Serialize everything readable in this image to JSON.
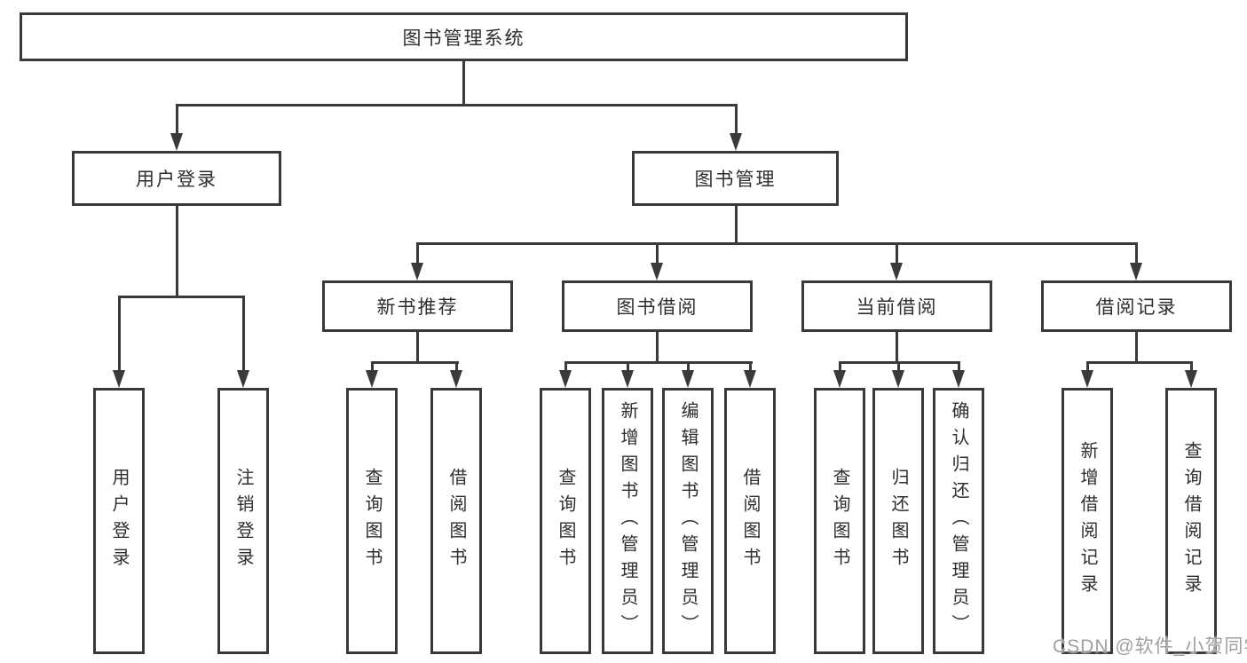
{
  "tree": {
    "label": "图书管理系统",
    "children": [
      {
        "label": "用户登录",
        "children": [
          {
            "label": "用户登录"
          },
          {
            "label": "注销登录"
          }
        ]
      },
      {
        "label": "图书管理",
        "children": [
          {
            "label": "新书推荐",
            "children": [
              {
                "label": "查询图书"
              },
              {
                "label": "借阅图书"
              }
            ]
          },
          {
            "label": "图书借阅",
            "children": [
              {
                "label": "查询图书"
              },
              {
                "label": "新增图书（管理员）"
              },
              {
                "label": "编辑图书（管理员）"
              },
              {
                "label": "借阅图书"
              }
            ]
          },
          {
            "label": "当前借阅",
            "children": [
              {
                "label": "查询图书"
              },
              {
                "label": "归还图书"
              },
              {
                "label": "确认归还（管理员）"
              }
            ]
          },
          {
            "label": "借阅记录",
            "children": [
              {
                "label": "新增借阅记录"
              },
              {
                "label": "查询借阅记录"
              }
            ]
          }
        ]
      }
    ]
  },
  "watermark": {
    "text": "CSDN @软件_小贺同学"
  },
  "colors": {
    "line": "#3a3a3a",
    "box_border": "#3a3a3a",
    "text": "#2e2e2e",
    "watermark_text": "#9f9f9f",
    "background": "#ffffff"
  }
}
